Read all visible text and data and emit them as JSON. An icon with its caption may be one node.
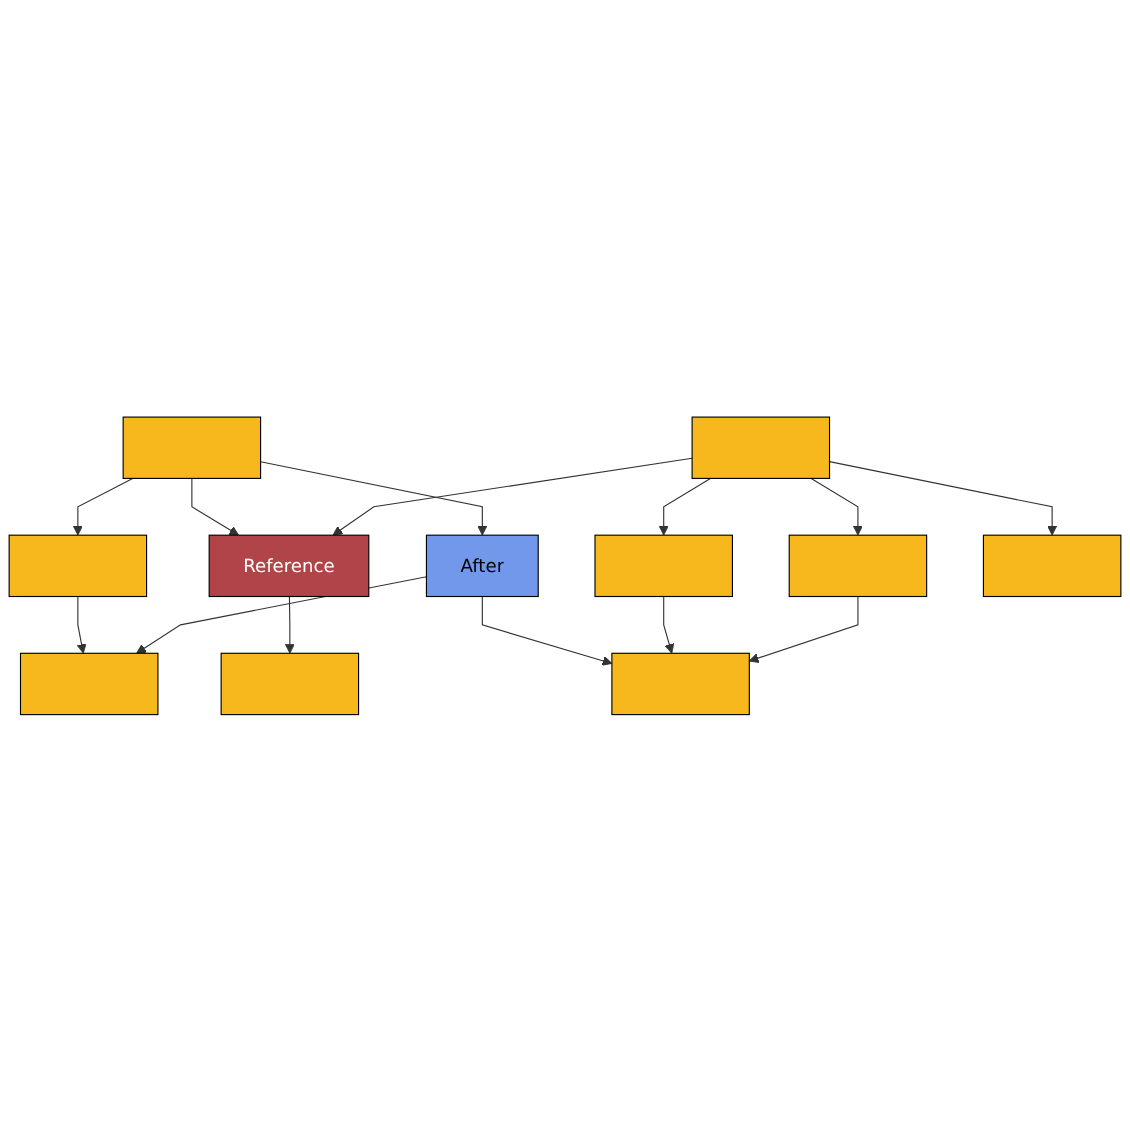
{
  "diagram": {
    "nodes": [
      {
        "text": [],
        "shape": "box"
      },
      {
        "text": [],
        "shape": "box"
      },
      {
        "text": [],
        "shape": "box"
      },
      {
        "text": [
          "Reference"
        ]
      },
      {
        "text": [
          "After"
        ]
      },
      {
        "text": [],
        "shape": "box"
      },
      {
        "text": [],
        "shape": "box"
      },
      {
        "text": [],
        "shape": "box"
      },
      {
        "text": [],
        "shape": "box"
      },
      {
        "text": [],
        "shape": "box"
      },
      {
        "text": [],
        "shape": "box"
      }
    ],
    "edges": [
      {
        "from": 0,
        "to": 2,
        "arrow": "to"
      },
      {
        "from": 0,
        "to": 3,
        "arrow": "to"
      },
      {
        "from": 0,
        "to": 4,
        "arrow": "to"
      },
      {
        "from": 1,
        "to": 3,
        "arrow": "to"
      },
      {
        "from": 1,
        "to": 5,
        "arrow": "to"
      },
      {
        "from": 1,
        "to": 6,
        "arrow": "to"
      },
      {
        "from": 1,
        "to": 7,
        "arrow": "to"
      },
      {
        "from": 2,
        "to": 8,
        "arrow": "to"
      },
      {
        "from": 4,
        "to": 8,
        "arrow": "to"
      },
      {
        "from": 3,
        "to": 9,
        "arrow": "to"
      },
      {
        "from": 4,
        "to": 10,
        "arrow": "to"
      },
      {
        "from": 5,
        "to": 10,
        "arrow": "to"
      },
      {
        "from": 6,
        "to": 10,
        "arrow": "to"
      }
    ]
  }
}
